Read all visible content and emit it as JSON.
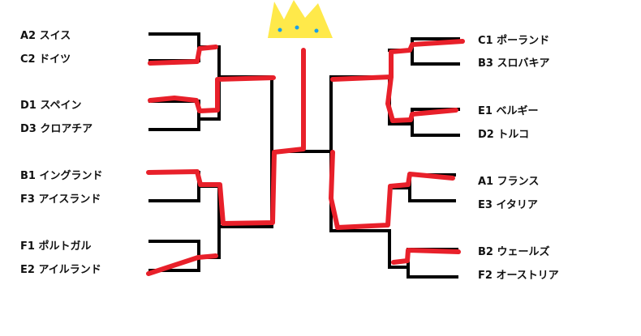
{
  "title": "Tournament bracket",
  "left_teams": [
    "A2 スイス",
    "C2 ドイツ",
    "D1 スペイン",
    "D3 クロアチア",
    "B1 イングランド",
    "F3 アイスランド",
    "F1 ポルトガル",
    "E2 アイルランド"
  ],
  "right_teams": [
    "C1 ポーランド",
    "B3 スロバキア",
    "E1 ベルギー",
    "D2 トルコ",
    "A1 フランス",
    "E3 イタリア",
    "B2 ウェールズ",
    "F2 オーストリア"
  ],
  "colors": {
    "bracket": "#000000",
    "pick": "#e8202a",
    "crown": "#ffe94a",
    "jewel": "#1aa0e8"
  }
}
